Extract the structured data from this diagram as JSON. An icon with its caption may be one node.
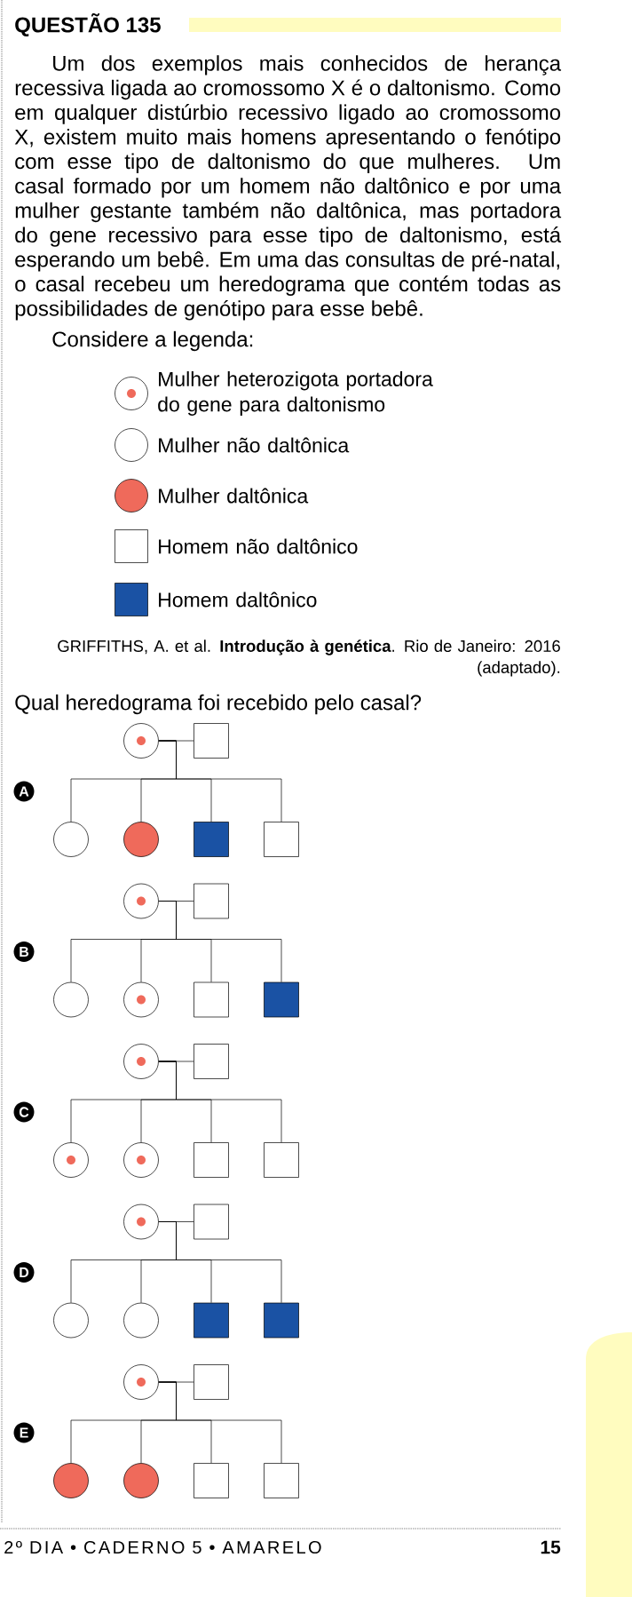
{
  "diagram": {
    "title": "QUESTÃO 135",
    "nodes": [
      {
        "text": [],
        "shape": "circle"
      },
      {
        "text": [],
        "shape": "box"
      },
      {
        "text": [],
        "shape": "circle"
      },
      {
        "text": [],
        "shape": "circle"
      },
      {
        "text": [],
        "shape": "box"
      },
      {
        "text": [],
        "shape": "box"
      },
      {
        "text": [],
        "shape": "circle"
      },
      {
        "text": [],
        "shape": "box"
      },
      {
        "text": [],
        "shape": "circle"
      },
      {
        "text": [],
        "shape": "circle"
      },
      {
        "text": [],
        "shape": "box"
      },
      {
        "text": [],
        "shape": "box"
      },
      {
        "text": [],
        "shape": "circle"
      },
      {
        "text": [],
        "shape": "box"
      },
      {
        "text": [],
        "shape": "circle"
      },
      {
        "text": [],
        "shape": "circle"
      },
      {
        "text": [],
        "shape": "box"
      },
      {
        "text": [],
        "shape": "box"
      },
      {
        "text": [],
        "shape": "circle"
      },
      {
        "text": [],
        "shape": "box"
      },
      {
        "text": [],
        "shape": "circle"
      },
      {
        "text": [],
        "shape": "circle"
      },
      {
        "text": [],
        "shape": "box"
      },
      {
        "text": [],
        "shape": "box"
      },
      {
        "text": [],
        "shape": "circle"
      },
      {
        "text": [],
        "shape": "box"
      },
      {
        "text": [],
        "shape": "circle"
      },
      {
        "text": [],
        "shape": "circle"
      },
      {
        "text": [],
        "shape": "box"
      },
      {
        "text": [],
        "shape": "box"
      }
    ],
    "edges": [
      {
        "from": 0,
        "to": 1,
        "arrow": "none"
      },
      {
        "from": 0,
        "to": 2,
        "arrow": "none"
      },
      {
        "from": 0,
        "to": 3,
        "arrow": "none"
      },
      {
        "from": 0,
        "to": 4,
        "arrow": "none"
      },
      {
        "from": 0,
        "to": 5,
        "arrow": "none"
      },
      {
        "from": 6,
        "to": 7,
        "arrow": "none"
      },
      {
        "from": 6,
        "to": 8,
        "arrow": "none"
      },
      {
        "from": 6,
        "to": 9,
        "arrow": "none"
      },
      {
        "from": 6,
        "to": 10,
        "arrow": "none"
      },
      {
        "from": 6,
        "to": 11,
        "arrow": "none"
      },
      {
        "from": 12,
        "to": 13,
        "arrow": "none"
      },
      {
        "from": 12,
        "to": 14,
        "arrow": "none"
      },
      {
        "from": 12,
        "to": 15,
        "arrow": "none"
      },
      {
        "from": 12,
        "to": 16,
        "arrow": "none"
      },
      {
        "from": 12,
        "to": 17,
        "arrow": "none"
      },
      {
        "from": 18,
        "to": 19,
        "arrow": "none"
      },
      {
        "from": 18,
        "to": 20,
        "arrow": "none"
      },
      {
        "from": 18,
        "to": 21,
        "arrow": "none"
      },
      {
        "from": 18,
        "to": 22,
        "arrow": "none"
      },
      {
        "from": 18,
        "to": 23,
        "arrow": "none"
      },
      {
        "from": 24,
        "to": 25,
        "arrow": "none"
      },
      {
        "from": 24,
        "to": 26,
        "arrow": "none"
      },
      {
        "from": 24,
        "to": 27,
        "arrow": "none"
      },
      {
        "from": 24,
        "to": 28,
        "arrow": "none"
      },
      {
        "from": 24,
        "to": 29,
        "arrow": "none"
      }
    ],
    "labels": [
      "Um dos exemplos mais conhecidos de herança recessiva ligada ao cromossomo X é o daltonismo. Como em qualquer distúrbio recessivo ligado ao cromossomo X, existem muito mais homens apresentando o fenótipo com esse tipo de daltonismo do que mulheres. Um casal formado por um homem não daltônico e por uma mulher gestante também não daltônica, mas portadora do gene recessivo para esse tipo de daltonismo, está esperando um bebê. Em uma das consultas de pré-natal, o casal recebeu um heredograma que contém todas as possibilidades de genótipo para esse bebê.",
      "Considere a legenda:",
      "GRIFFITHS, A. et al. **Introdução à genética**. Rio de Janeiro: 2016 (adaptado).",
      "Qual heredograma foi recebido pelo casal?",
      "A",
      "B",
      "C",
      "D",
      "E",
      "2º DIA • CADERNO 5 • AMARELO",
      "15"
    ],
    "legend": [
      {
        "text": "Mulher heterozigota portadora do gene para daltonismo"
      },
      {
        "text": "Mulher não daltônica"
      },
      {
        "text": "Mulher daltônica",
        "color": "#ef6a5b"
      },
      {
        "text": "Homem não daltônico"
      },
      {
        "text": "Homem daltônico",
        "color": "#1a52a4"
      }
    ]
  }
}
